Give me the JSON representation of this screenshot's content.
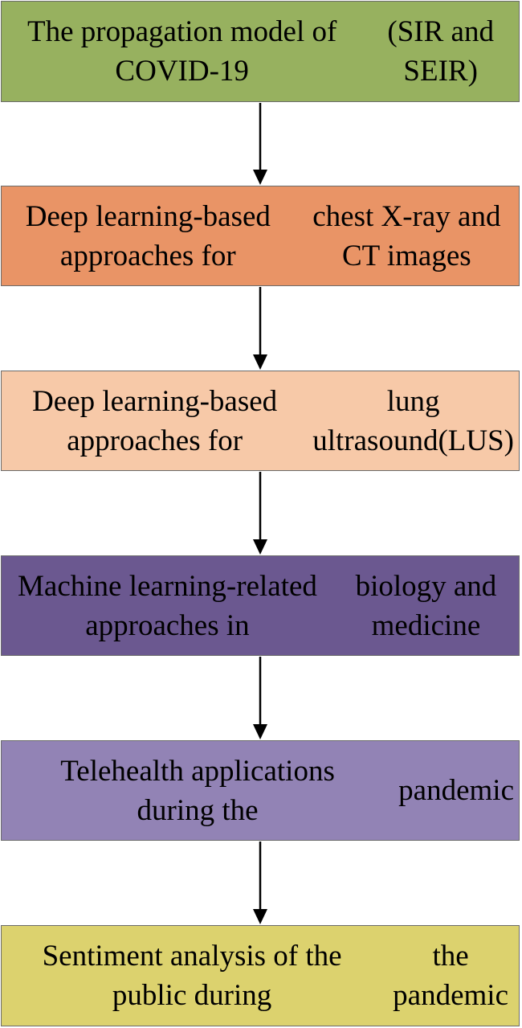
{
  "flowchart": {
    "steps": [
      {
        "id": "propagation-model",
        "lines": [
          "The propagation model of COVID-19",
          "(SIR and SEIR)"
        ],
        "color": "#97b15f"
      },
      {
        "id": "chest-xray-ct",
        "lines": [
          "Deep learning-based approaches for",
          "chest X-ray and CT images"
        ],
        "color": "#e99466"
      },
      {
        "id": "lung-ultrasound",
        "lines": [
          "Deep learning-based approaches for",
          "lung ultrasound(LUS)"
        ],
        "color": "#f7c9a8"
      },
      {
        "id": "biology-medicine",
        "lines": [
          "Machine learning-related approaches in",
          "biology and medicine"
        ],
        "color": "#6b5890"
      },
      {
        "id": "telehealth",
        "lines": [
          "Telehealth applications during the",
          "pandemic"
        ],
        "color": "#9283b5"
      },
      {
        "id": "sentiment-analysis",
        "lines": [
          "Sentiment analysis of the public during",
          "the pandemic"
        ],
        "color": "#dcd26e"
      }
    ],
    "connector_color": "#000000"
  }
}
